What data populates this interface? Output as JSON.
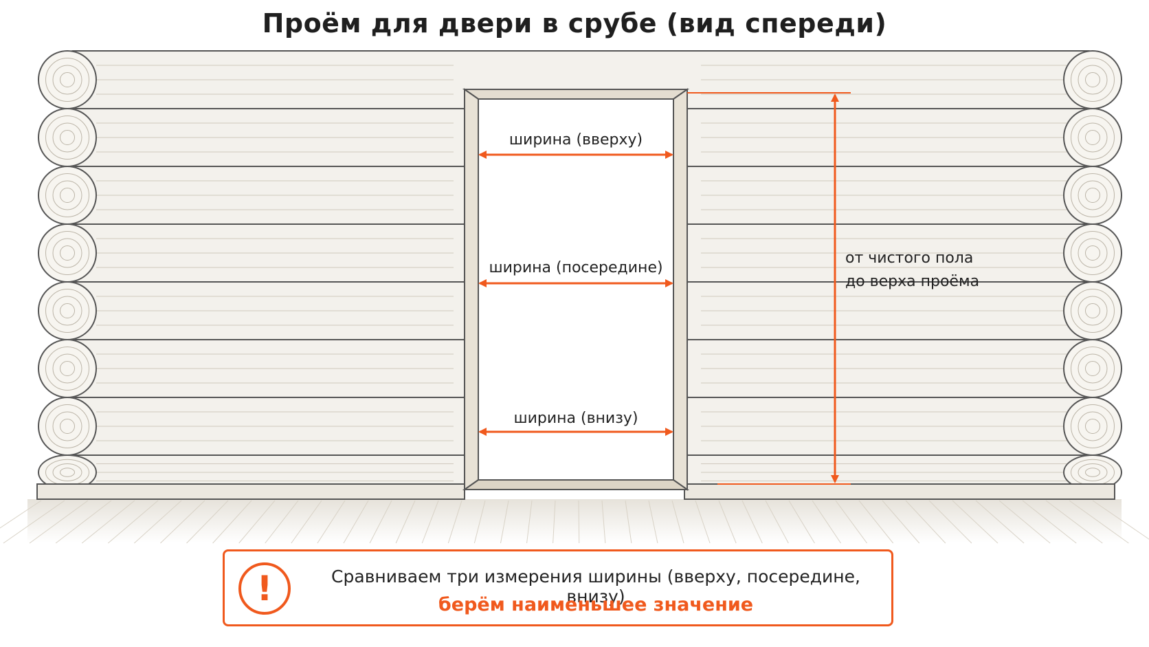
{
  "title": "Проём для двери в срубе (вид спереди)",
  "measurements": {
    "width_top": "ширина (вверху)",
    "width_middle": "ширина (посередине)",
    "width_bottom": "ширина (внизу)",
    "height_line1": "от чистого пола",
    "height_line2": "до верха проёма"
  },
  "notice": {
    "icon": "exclamation-icon",
    "icon_glyph": "!",
    "line1": "Сравниваем три измерения ширины (вверху, посередине, внизу)",
    "line2": "берём наименьшее значение"
  },
  "colors": {
    "accent": "#f0591d",
    "text": "#222222",
    "log_fill": "#f3f1ec",
    "log_stroke": "#555555"
  }
}
